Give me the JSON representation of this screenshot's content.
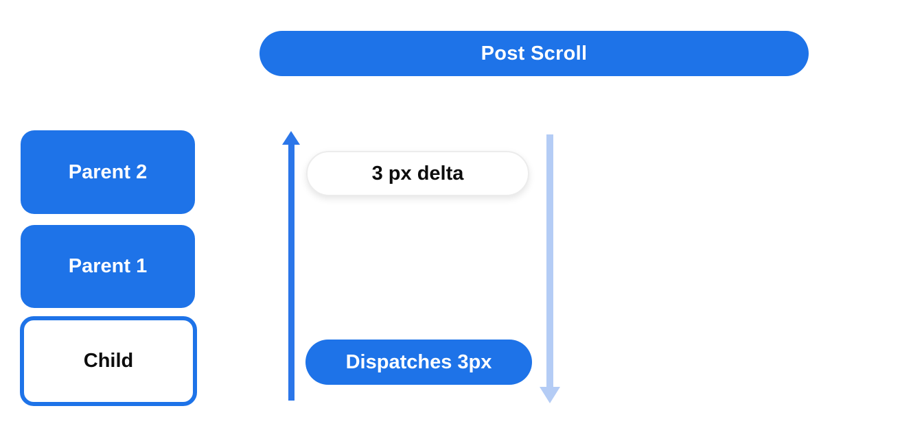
{
  "diagram": {
    "banner": {
      "label": "Post Scroll"
    },
    "left_stack": {
      "boxes": [
        {
          "label": "Parent 2",
          "variant": "filled"
        },
        {
          "label": "Parent 1",
          "variant": "filled"
        },
        {
          "label": "Child",
          "variant": "outlined"
        }
      ]
    },
    "flow": {
      "up_arrow_icon": "arrow-up",
      "down_arrow_icon": "arrow-down",
      "delta_label": "3 px delta",
      "dispatch_label": "Dispatches 3px"
    },
    "colors": {
      "primary_blue": "#1E73E8",
      "arrow_blue": "#2B76E9",
      "light_arrow_blue": "#B4CCF5",
      "pill_border": "#ECECEC",
      "text_dark": "#0D0D0D",
      "text_light": "#FFFFFF",
      "background": "#FFFFFF"
    }
  }
}
